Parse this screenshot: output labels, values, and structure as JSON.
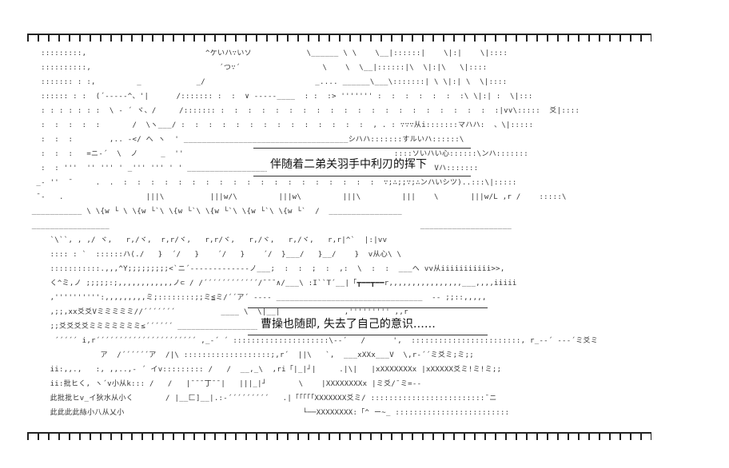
{
  "captions": {
    "caption_1": "伴随着二弟关羽手中利刃的挥下",
    "caption_2": "曹操也随即, 失去了自己的意识……"
  },
  "art_lines": [
    "   :::::::::,                          ^ケいハ∵いソ            \\______ \\ \\    \\__|::::::|    \\|:|    \\|::::",
    "   ::::::::::,                            ´つ∵´                  \\    \\  \\__|::::::|\\  \\|:|\\   \\|::::",
    "   ::::::: : :,         _            _/                        _.... ______\\___\\:::::::| \\ \\|:| \\  \\|::::",
    "   :::::: : :  (´-----^、'|      /::::::: :  :  ∨ -----____  : :  :> ''''''' :  :  :  :  :  :  :\\ \\|:| :  \\|:::",
    "   : : : : : : :  \\ - ´ ヾ、/     /::::::: :  :  :  :  :  :  :  :  :  :  :  :  :  :  :  :  :  :  :  :  :|vv\\:::::  爻|::::",
    "   :  :  :  :  :       /  \\ヽ___/ :  :  :  :  :  :  :  :  :  :  :  :  :  :  , . : ∵∵∵从i:::::::マハハ:  、\\|:::::",
    "   :  :  :        ,.. -</ へ ヽ  ' ____________________________________シハハ:::::::すルいハ::::::\\",
    "   :  :  :   =ニ-´  \\  ノ     _  ''                                              ::::ソいハい心::::::\\ンハ:::::::",
    "   :  : '''  '' ''' ' _''' ''' ' ' ______________________________________シハンいハ\\:::::\\ Vハ:::::::",
    "  _- ''  ¯     .  .  :  :  :  :  :  :  :  :  :  :  :  :  :  :  :  :  :  :  :  ∵;∴;;∵;∴ンハいシツ)..:::\\|:::::",
    "  ¯-   .                  |||\\          |||w/\\         |||w\\         |||\\         |||    \\       |||w/L ,r /    :::::\\",
    " ___________ \\ \\{w └ \\ \\{w └`\\ \\{w └`\\ \\{w └`\\ \\{w └`\\ \\{w └`  /  ________________",
    " _________________                                                                    ____________________",
    "     `\\``, , ,/ ヾ,   r,/ヾ,  r,r/ヾ,   r,r/ヾ,   r,/ヾ,   r,/ヾ,   r,r|^`  |:|vv",
    "     :::: : `  ::::::ハ(./   }  ´/   }    ´/   }    ´/  }___/   }__/    }  v从心\\ \\",
    "     :::::::::::.,,,^Y;;;;;;;;;<`ニ´-------------ノ___;  :  :  ;  :  ,:  \\  :  :  ___ヘ vv从iiiiiiiiiii>>,",
    "     く^ミ,ノ ;;;;;:;,,,,,,,,,,,,ノ⊂ / /´´´´´´´´´´´´/¯¯¯∧/___\\ :I``T´__|「┳━━┳━━r,,,,,,,,,,,,,,,,___,,,,iiiii",
    "     ,'''''''''':,,,,,,,,,ミ;::::::::;;ミ≦ミ/´´ア´ ---- ________________________________  -- ;;::,,,,,",
    "     ,;;,xx爻爻Vミミミミミ//´´´´´´´          ____ \\  \\|__|              ,''''''''' ,,r",
    "     ;;爻爻爻爻ミミミミミミミ≤´´´´´´ ____________________________________________      _-´ 爻",
    "      ´´´´´ i,r´´´´´´´´´´´´´´´´´´´´´´ ,_-´ ´ :::::::::::::::::::::\\--´   /      ',  ::::::::::::::::::::::::, r_--´ ---´ミ爻ミ",
    "                ア  /´´´´´´ア  /|\\ :::::::::::::::::::;,r´  ||\\   `,  ___xXXx___V  \\,r-´´ミ爻ミ;ミ;;",
    "     ii:,,.,   :, ,,..,- ´ イv::::::::: /   /  __,_\\  ,ri「|_|┘|     .|\\|   |xXXXXXXXx |xXXXXX爻ミ!ミ!ミ;;",
    "     ii:批ヒく, ヽ´v小从k::: /   /   |¯¯¯丁¯¯|   |||_|┘       \\    |XXXXXXXXx |ミ爻/¯ミ=--",
    "     此批批ヒv_イ狄水从小く       / |__匚]__|.:-´´´´´´´´´   .|「「「「「XXXXXXX爻ミ/ :::::::::::::::::::::::::¯ニ",
    "     此此此此絲小八从乂小                                       └──XXXXXXXX:「^ ー~_ :::::::::::::::::::::::::"
  ]
}
